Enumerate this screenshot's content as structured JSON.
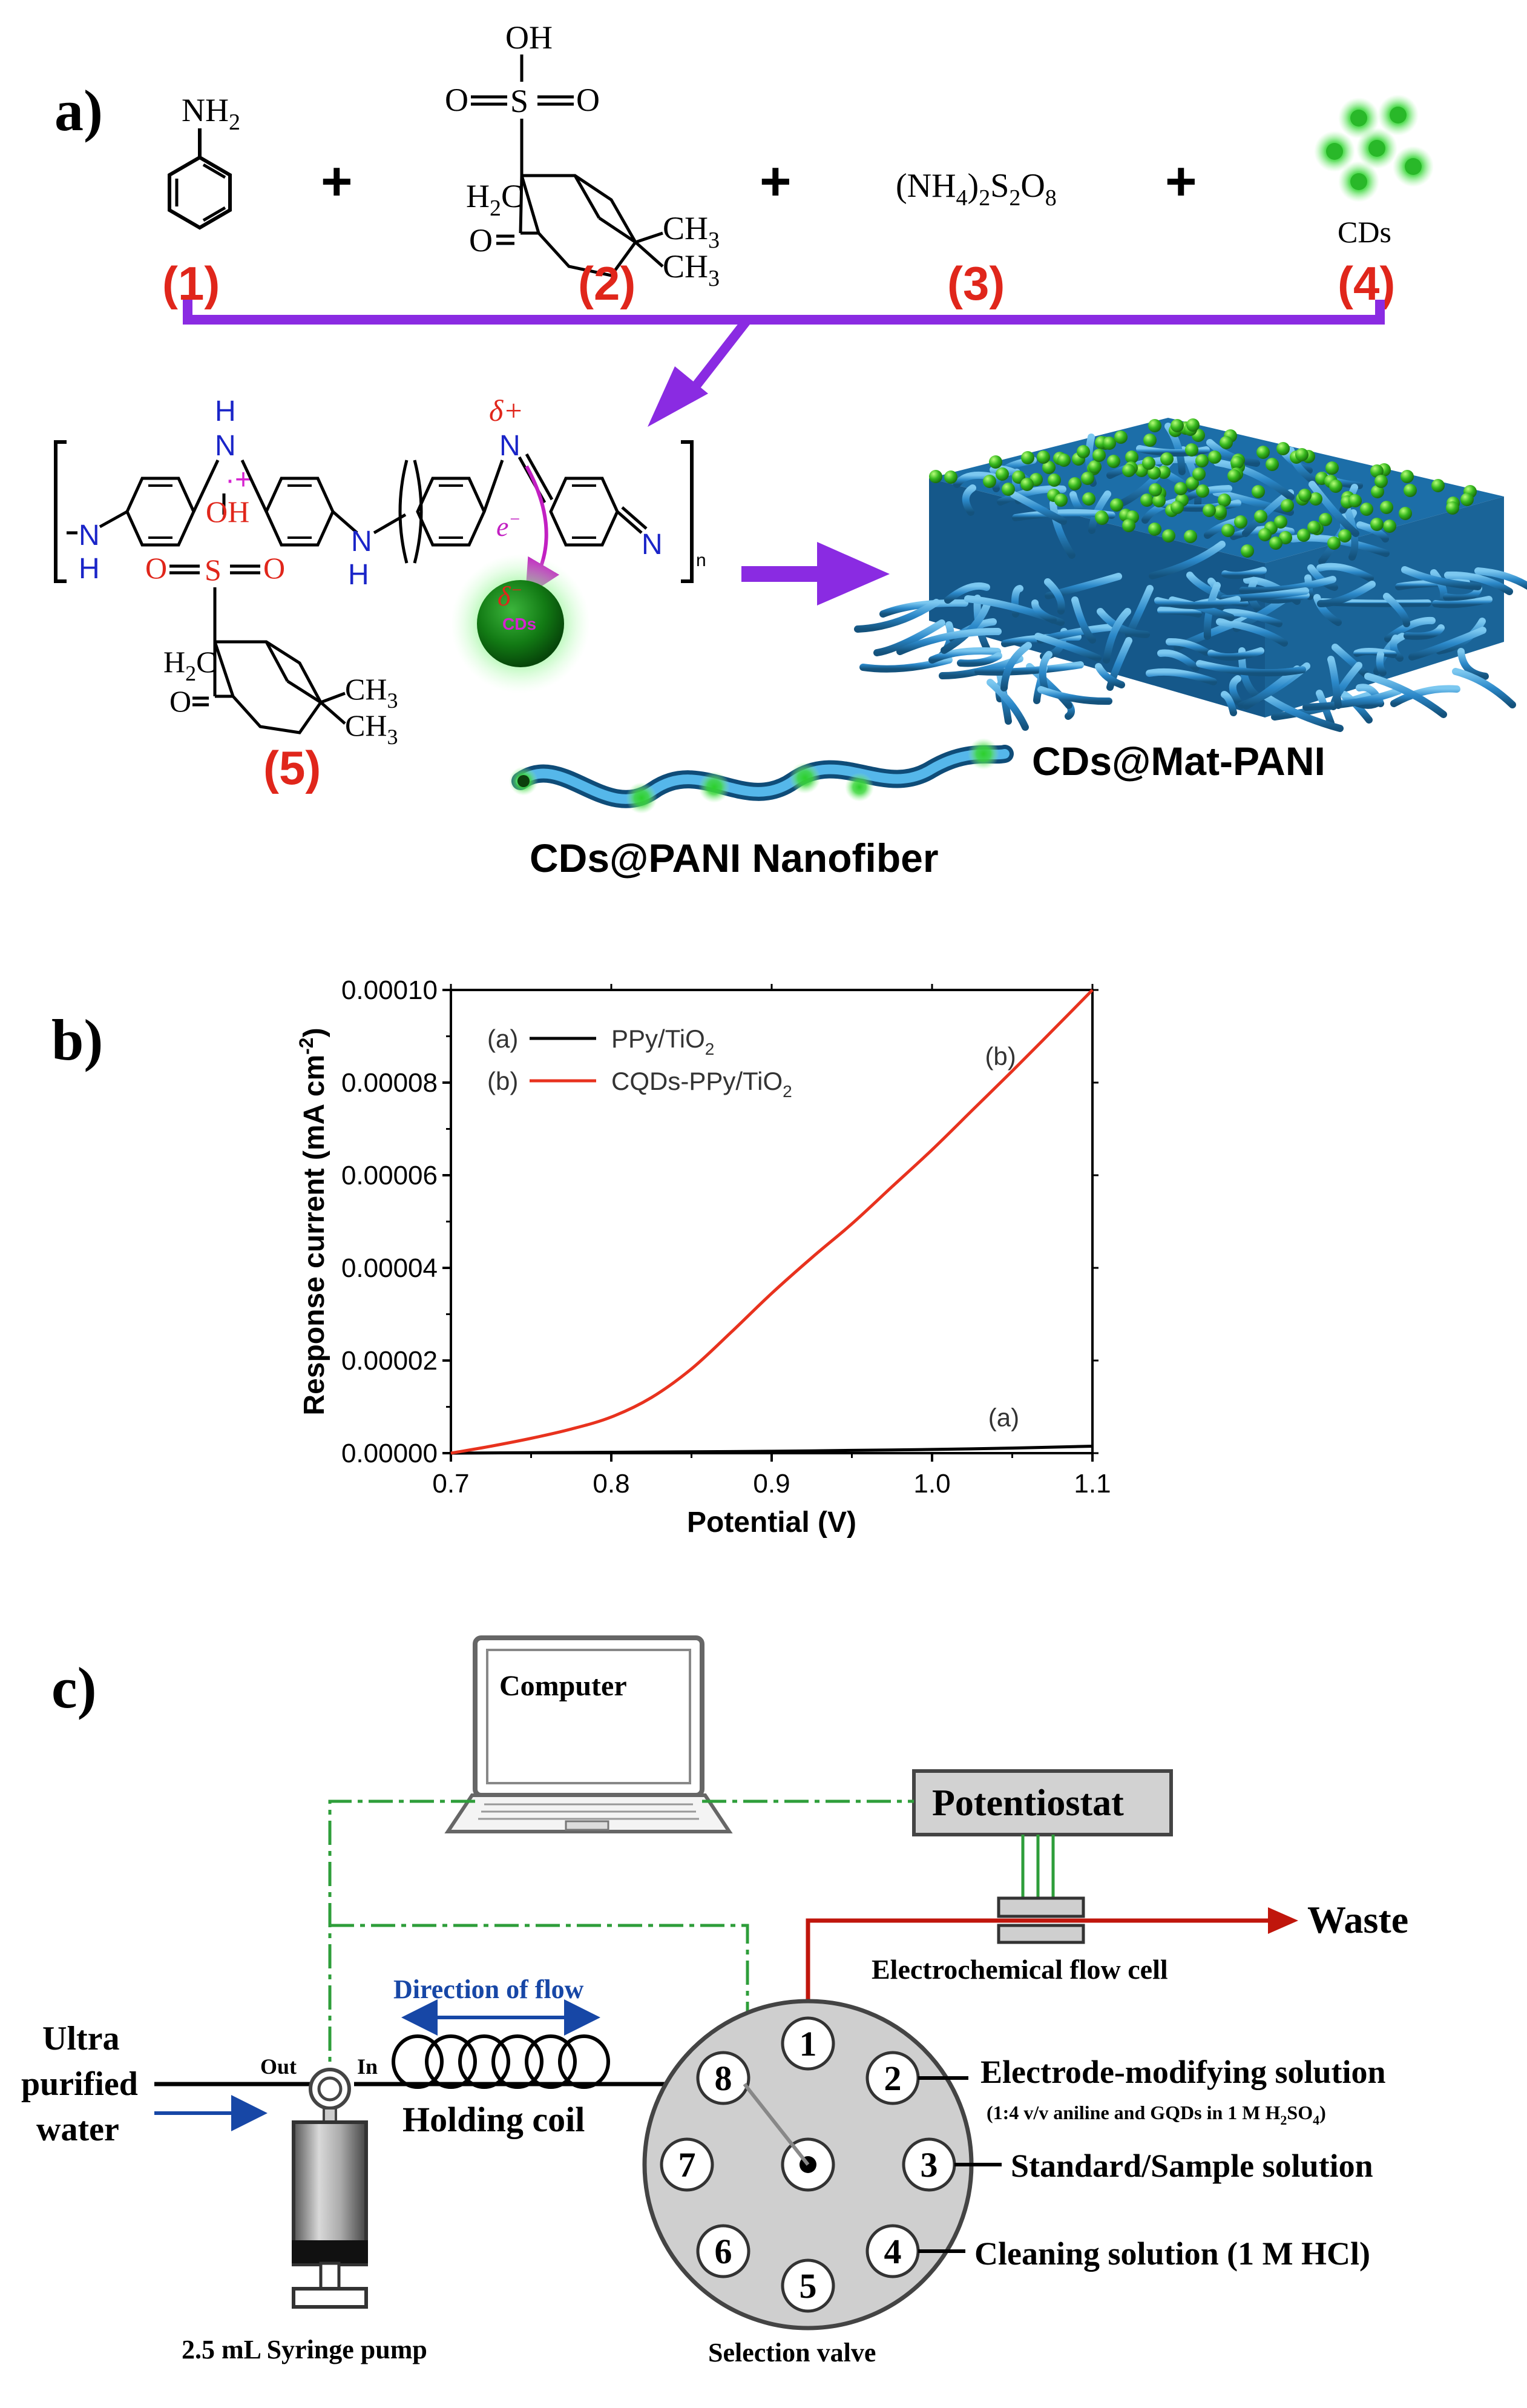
{
  "panel_a": {
    "label": "a)",
    "aniline": "NH",
    "aniline_sub": "2",
    "plus": "+",
    "csa_oh": "OH",
    "csa_o_left": "O",
    "csa_s": "S",
    "csa_o_right": "O",
    "csa_h2c": "H",
    "csa_h2c_sub": "2",
    "csa_h2c_c": "C",
    "csa_ketone_o": "O",
    "csa_ch3_top": "CH",
    "csa_ch3_bottom": "CH",
    "ch3_sub": "3",
    "aps": "(NH",
    "aps_sub1": "4",
    "aps_mid1": ")",
    "aps_sub2": "2",
    "aps_s": "S",
    "aps_sub3": "2",
    "aps_o": "O",
    "aps_sub4": "8",
    "cds_label": "CDs",
    "num_1": "(1)",
    "num_2": "(2)",
    "num_3": "(3)",
    "num_4": "(4)",
    "num_5": "(5)",
    "poly_h": "H",
    "poly_n": "N",
    "poly_n_ring": "N",
    "poly_nh_left_n": "N",
    "poly_nh_left_h": "H",
    "poly_nh_mid_n": "N",
    "poly_nh_mid_h": "H",
    "poly_n_right": "N",
    "radical_plus": "·+",
    "delta_plus": "δ+",
    "delta_minus": "δ",
    "electron": "e",
    "cd_sphere_label": "CDs",
    "subscript_n": "n",
    "mat_label": "CDs@Mat-PANI",
    "fiber_label": "CDs@PANI Nanofiber"
  },
  "panel_b": {
    "label": "b)"
  },
  "chart_data": {
    "type": "line",
    "xlabel": "Potential (V)",
    "ylabel": "Response current (mA cm",
    "ylabel_sup": "-2",
    "ylabel_tail": ")",
    "xlim": [
      0.7,
      1.1
    ],
    "ylim": [
      0.0,
      0.0001
    ],
    "x_ticks": [
      "0.7",
      "0.8",
      "0.9",
      "1.0",
      "1.1"
    ],
    "y_ticks": [
      "0.00000",
      "0.00002",
      "0.00004",
      "0.00006",
      "0.00008",
      "0.00010"
    ],
    "series": [
      {
        "name": "PPy/TiO",
        "name_sub": "2",
        "legend_key": "(a)",
        "curve_label": "(a)",
        "color": "#000000",
        "x": [
          0.7,
          0.75,
          0.8,
          0.85,
          0.9,
          0.95,
          1.0,
          1.05,
          1.1
        ],
        "y": [
          0.0,
          1e-07,
          2e-07,
          3e-07,
          4e-07,
          6e-07,
          8e-07,
          1.1e-06,
          1.5e-06
        ]
      },
      {
        "name": "CQDs-PPy/TiO",
        "name_sub": "2",
        "legend_key": "(b)",
        "curve_label": "(b)",
        "color": "#e8321e",
        "x": [
          0.7,
          0.725,
          0.75,
          0.775,
          0.8,
          0.825,
          0.85,
          0.875,
          0.9,
          0.925,
          0.95,
          0.975,
          1.0,
          1.025,
          1.05,
          1.075,
          1.1
        ],
        "y": [
          0.0,
          1.5e-06,
          3.2e-06,
          5.2e-06,
          7.8e-06,
          1.2e-05,
          1.82e-05,
          2.62e-05,
          3.45e-05,
          4.22e-05,
          4.95e-05,
          5.75e-05,
          6.55e-05,
          7.4e-05,
          8.25e-05,
          9.12e-05,
          0.0001
        ]
      }
    ]
  },
  "panel_c": {
    "label": "c)",
    "computer": "Computer",
    "potentiostat": "Potentiostat",
    "waste": "Waste",
    "flow_cell": "Electrochemical flow cell",
    "direction": "Direction of flow",
    "ultra": "Ultra",
    "purified": "purified",
    "water": "water",
    "out": "Out",
    "in": "In",
    "holding_coil": "Holding coil",
    "syringe": "2.5 mL Syringe pump",
    "selection_valve": "Selection valve",
    "port_1": "1",
    "port_2": "2",
    "port_3": "3",
    "port_4": "4",
    "port_5": "5",
    "port_6": "6",
    "port_7": "7",
    "port_8": "8",
    "electrode_solution": "Electrode-modifying solution",
    "electrode_detail": "(1:4 v/v aniline and GQDs in 1 M H",
    "electrode_detail_sub1": "2",
    "electrode_detail_mid": "SO",
    "electrode_detail_sub2": "4",
    "electrode_detail_end": ")",
    "standard_solution": "Standard/Sample solution",
    "cleaning_solution": "Cleaning solution (1 M HCl)",
    "colors": {
      "purple": "#8a2be2",
      "red": "#e0261b",
      "blue": "#1747a6",
      "green_dash": "#2e9e3a",
      "cd_green": "#39c43a",
      "fiber_blue": "#2b88c9",
      "waste_red": "#c0160c",
      "cds_label_pink": "#d623d0"
    }
  }
}
